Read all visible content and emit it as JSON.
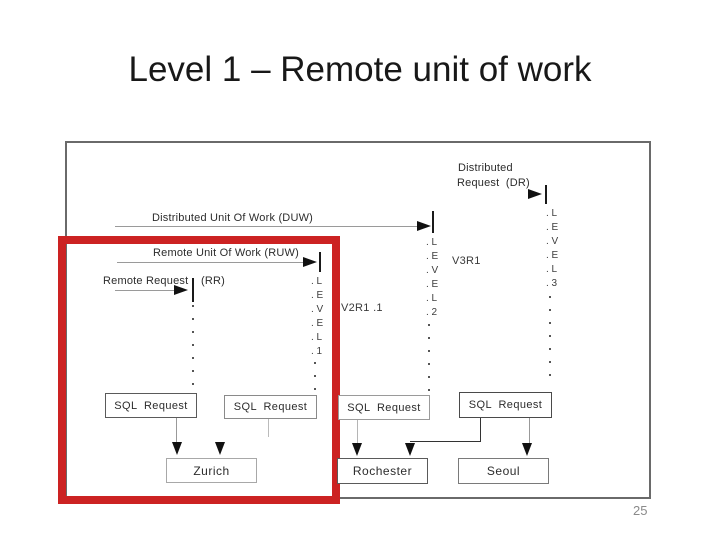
{
  "slide": {
    "title": "Level 1 – Remote unit of work",
    "page_number": "25"
  },
  "diagram": {
    "duw_label": "Distributed Unit Of Work (DUW)",
    "ruw_label": "Remote Unit Of Work (RUW)",
    "rr_label": "Remote Request",
    "rr_suffix": "(RR)",
    "dr_line1": "Distributed",
    "dr_line2": "Request  (DR)",
    "version_left": "V2R1 .1",
    "version_right": "V3R1",
    "sql_box_label": "SQL  Request",
    "levels": {
      "level1": [
        ". L",
        ". E",
        ". V",
        ". E",
        ". L",
        ". 1"
      ],
      "level2": [
        ". L",
        ". E",
        ". V",
        ". E",
        ". L",
        ". 2"
      ],
      "level3": [
        ". L",
        ". E",
        ". V",
        ". E",
        ". L",
        ". 3"
      ]
    },
    "servers": {
      "left": "Zurich",
      "middle": "Rochester",
      "right": "Seoul"
    },
    "colors": {
      "highlight_box": "#cc2222",
      "diagram_border": "#6a6a6a"
    }
  }
}
